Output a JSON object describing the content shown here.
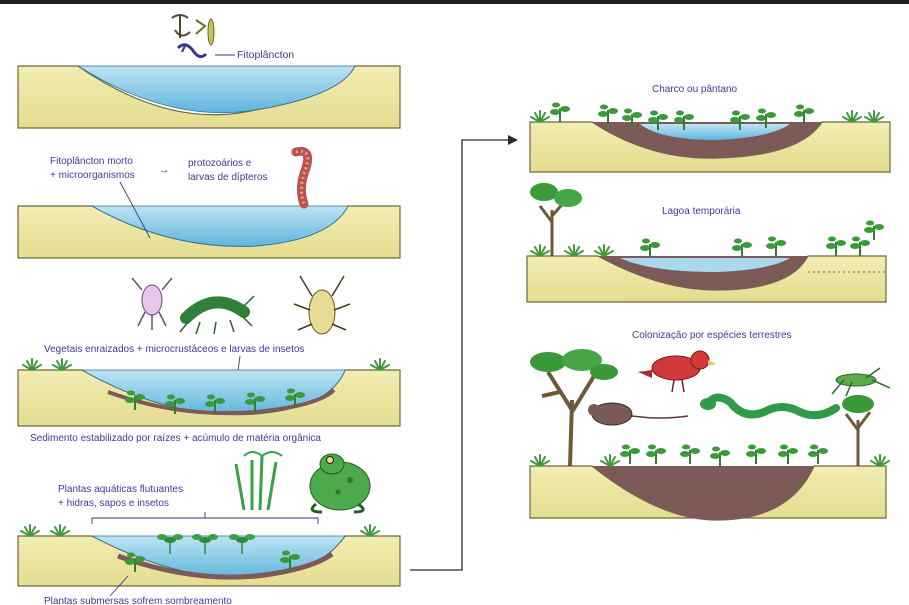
{
  "diagram": {
    "stage1": {
      "label": "Fitoplâncton"
    },
    "stage2": {
      "label_left_1": "Fitoplâncton morto",
      "label_left_2": "+ microorganismos",
      "arrow": "→",
      "label_right_1": "protozoários e",
      "label_right_2": "larvas de dípteros"
    },
    "stage3": {
      "label_top": "Vegetais enraizados + microcrustáceos e larvas de insetos",
      "label_bottom": "Sedimento estabilizado por raízes + acúmulo de matéria orgânica"
    },
    "stage4": {
      "label_1": "Plantas aquáticas flutuantes",
      "label_2": "+ hidras, sapos e insetos",
      "label_bottom": "Plantas submersas sofrem sombreamento"
    },
    "stage5": {
      "label": "Charco ou pântano"
    },
    "stage6": {
      "label": "Lagoa temporária"
    },
    "stage7": {
      "label": "Colonização por espécies terrestres"
    }
  },
  "colors": {
    "soil": "#eee8a2",
    "soil_edge": "#6b6a3a",
    "water": "#7fc6e6",
    "sediment": "#7d5a58",
    "vegetation": "#3a9a3a",
    "label": "#3d3aa0"
  }
}
